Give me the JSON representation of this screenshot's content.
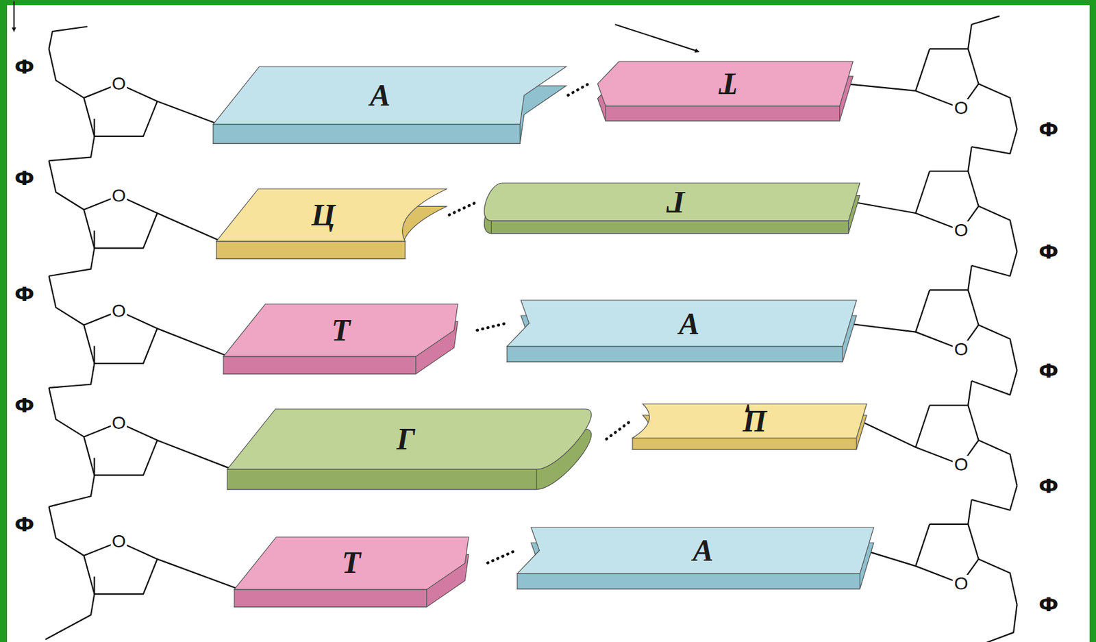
{
  "diagram": {
    "nodes": [
      {
        "text": [
          "А"
        ]
      },
      {
        "text": [
          "Т"
        ]
      },
      {
        "text": [
          "Ц"
        ]
      },
      {
        "text": [
          "Г"
        ]
      },
      {
        "text": [
          "Т"
        ]
      },
      {
        "text": [
          "А"
        ]
      },
      {
        "text": [
          "Г"
        ]
      },
      {
        "text": [
          "Ц"
        ]
      },
      {
        "text": [
          "Т"
        ]
      },
      {
        "text": [
          "А"
        ]
      }
    ],
    "edges": [
      {
        "from": 0,
        "to": 1,
        "arrow": "none"
      },
      {
        "from": 2,
        "to": 3,
        "arrow": "none"
      },
      {
        "from": 4,
        "to": 5,
        "arrow": "none"
      },
      {
        "from": 6,
        "to": 7,
        "arrow": "none"
      },
      {
        "from": 8,
        "to": 9,
        "arrow": "none"
      }
    ],
    "labels": [
      "Ф",
      "O",
      "O",
      "Ф",
      "Ф",
      "O",
      "O",
      "Ф",
      "Ф",
      "O",
      "O",
      "Ф",
      "Ф",
      "O",
      "O",
      "Ф",
      "Ф",
      "O",
      "O",
      "Ф"
    ]
  }
}
